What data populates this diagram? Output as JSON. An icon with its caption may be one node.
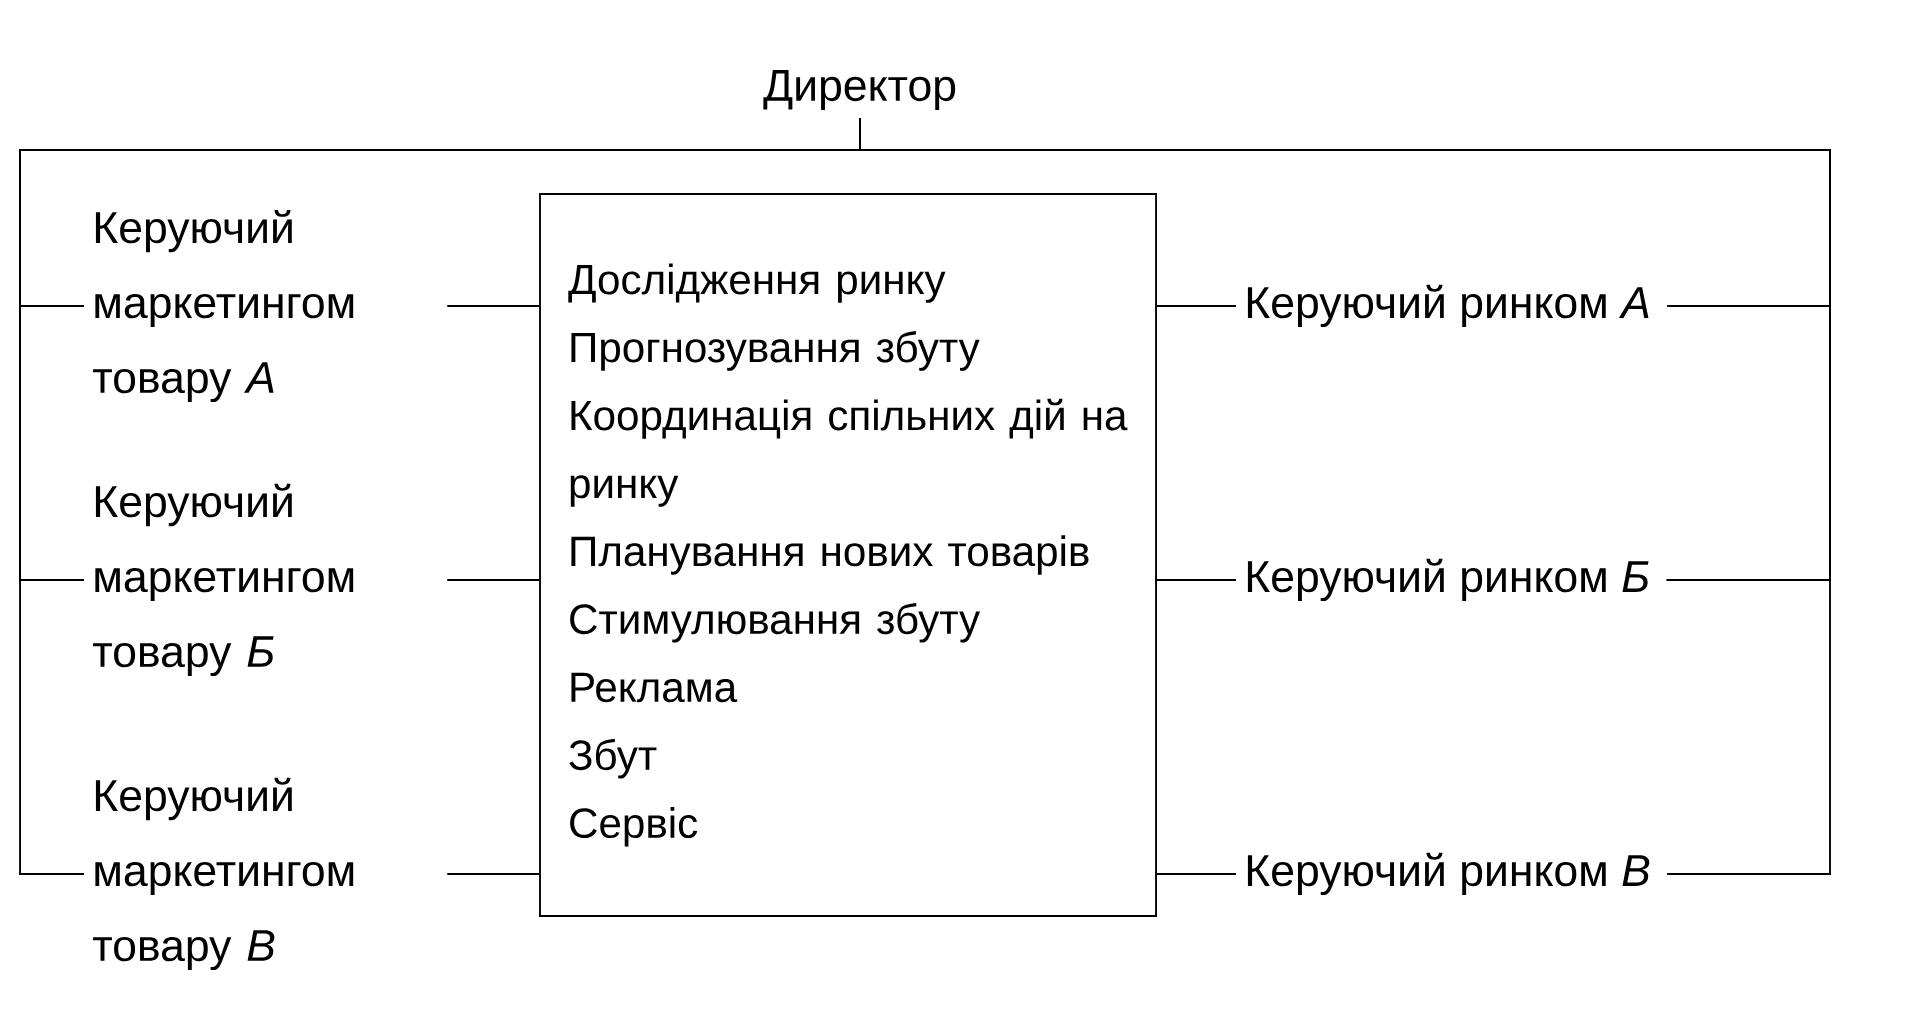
{
  "diagram": {
    "nodes": [
      {
        "text": [
          "Директор"
        ]
      },
      {
        "text": [
          "Керуючий маркетингом товару *А*"
        ]
      },
      {
        "text": [
          "Керуючий маркетингом товару *Б*"
        ]
      },
      {
        "text": [
          "Керуючий маркетингом товару *В*"
        ]
      },
      {
        "text": [
          "Дослідження ринку",
          "Прогнозування збуту",
          "Координація спільних дій на ринку",
          "Планування нових товарів",
          "Стимулювання збуту",
          "Реклама",
          "Збут",
          "Сервіс"
        ]
      },
      {
        "text": [
          "Керуючий ринком *А*"
        ]
      },
      {
        "text": [
          "Керуючий ринком *Б*"
        ]
      },
      {
        "text": [
          "Керуючий ринком *В*"
        ]
      }
    ],
    "edges": [
      {
        "from": 0,
        "to": 1,
        "arrow": "none"
      },
      {
        "from": 0,
        "to": 2,
        "arrow": "none"
      },
      {
        "from": 0,
        "to": 3,
        "arrow": "none"
      },
      {
        "from": 0,
        "to": 5,
        "arrow": "none"
      },
      {
        "from": 0,
        "to": 6,
        "arrow": "none"
      },
      {
        "from": 0,
        "to": 7,
        "arrow": "none"
      },
      {
        "from": 1,
        "to": 4,
        "arrow": "none"
      },
      {
        "from": 2,
        "to": 4,
        "arrow": "none"
      },
      {
        "from": 3,
        "to": 4,
        "arrow": "none"
      },
      {
        "from": 4,
        "to": 5,
        "arrow": "none"
      },
      {
        "from": 4,
        "to": 6,
        "arrow": "none"
      },
      {
        "from": 4,
        "to": 7,
        "arrow": "none"
      }
    ]
  }
}
